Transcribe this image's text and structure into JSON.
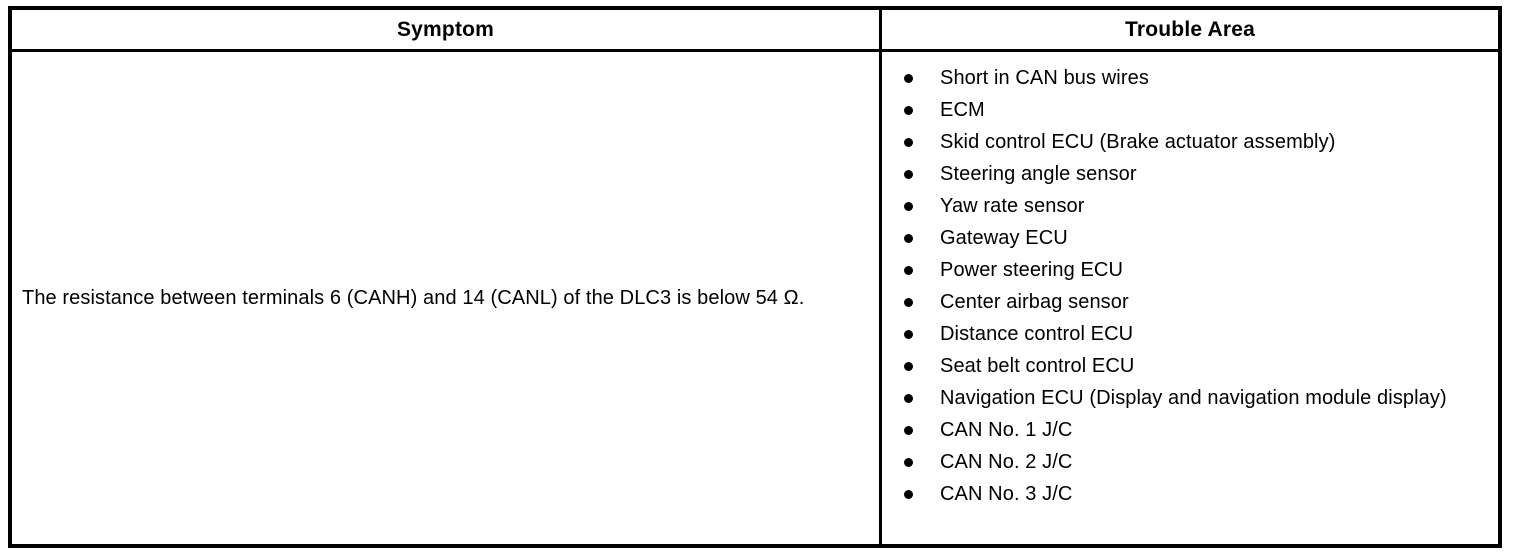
{
  "table": {
    "headers": {
      "symptom": "Symptom",
      "trouble_area": "Trouble Area"
    },
    "rows": [
      {
        "symptom": "The resistance between terminals 6 (CANH) and 14 (CANL) of the DLC3 is below 54 Ω.",
        "trouble_area_items": [
          "Short in CAN bus wires",
          "ECM",
          "Skid control ECU (Brake actuator assembly)",
          "Steering angle sensor",
          "Yaw rate sensor",
          "Gateway ECU",
          "Power steering ECU",
          "Center airbag sensor",
          "Distance control ECU",
          "Seat belt control ECU",
          "Navigation ECU (Display and navigation module display)",
          "CAN No. 1 J/C",
          "CAN No. 2 J/C",
          "CAN No. 3 J/C"
        ]
      }
    ]
  },
  "icons": {
    "bullet": "bullet-icon"
  },
  "colors": {
    "border": "#000000",
    "text": "#000000",
    "background": "#ffffff"
  }
}
